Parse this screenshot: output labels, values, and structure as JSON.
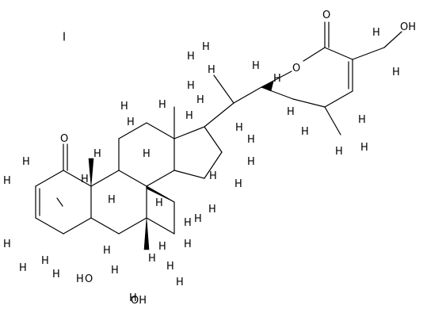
{
  "molecule": {
    "atom_labels": {
      "ketone_oxygen": "O",
      "lactone_carbonyl_oxygen": "O",
      "ring_oxygen": "O",
      "hydroxymethyl_oh": "OH",
      "hydroxyl_6": "OH",
      "epoxide_oxygen": "O",
      "hydroxyl_5_h": "H"
    },
    "hydrogen_label": "H"
  }
}
